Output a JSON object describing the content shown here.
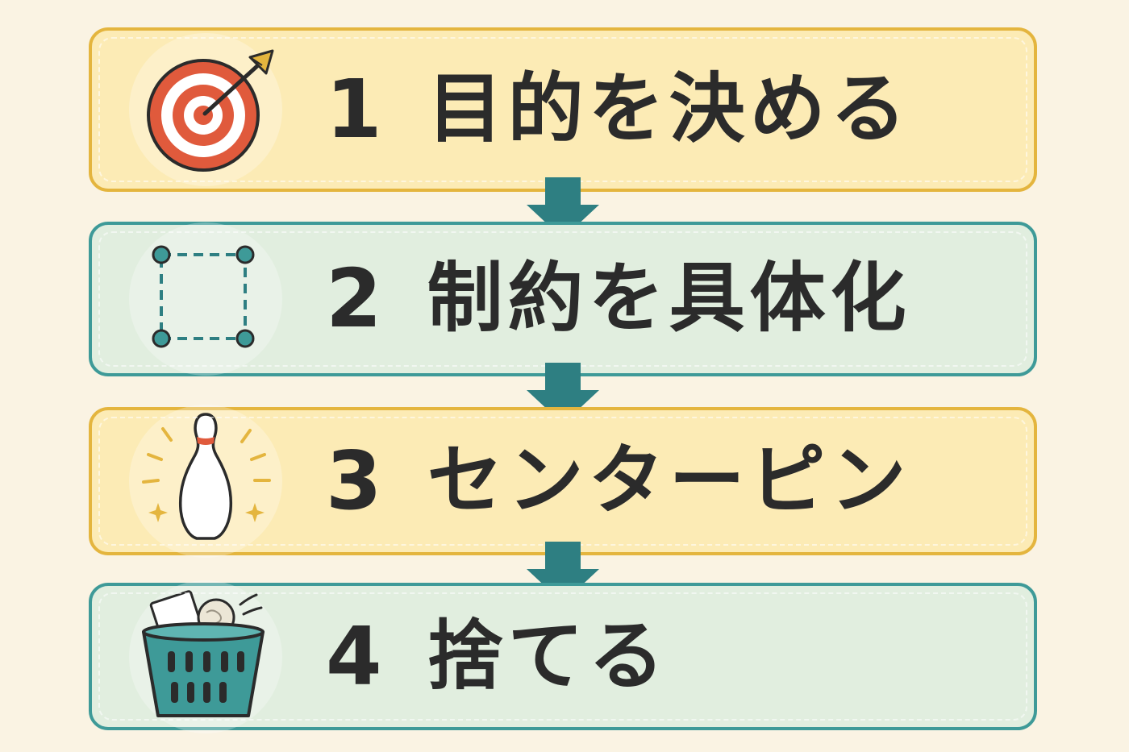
{
  "steps": [
    {
      "number": "1",
      "label": "目的を決める",
      "icon": "target-icon",
      "theme": "yellow"
    },
    {
      "number": "2",
      "label": "制約を具体化",
      "icon": "dashed-frame-icon",
      "theme": "teal"
    },
    {
      "number": "3",
      "label": "センターピン",
      "icon": "bowling-pin-icon",
      "theme": "yellow"
    },
    {
      "number": "4",
      "label": "捨てる",
      "icon": "trash-basket-icon",
      "theme": "teal"
    }
  ],
  "colors": {
    "background": "#faf3e3",
    "yellow_fill": "#fcebb5",
    "yellow_border": "#e4b53e",
    "teal_fill": "#e1eedf",
    "teal_border": "#3e9a98",
    "arrow": "#2e7f82",
    "text": "#2b2b2b"
  }
}
